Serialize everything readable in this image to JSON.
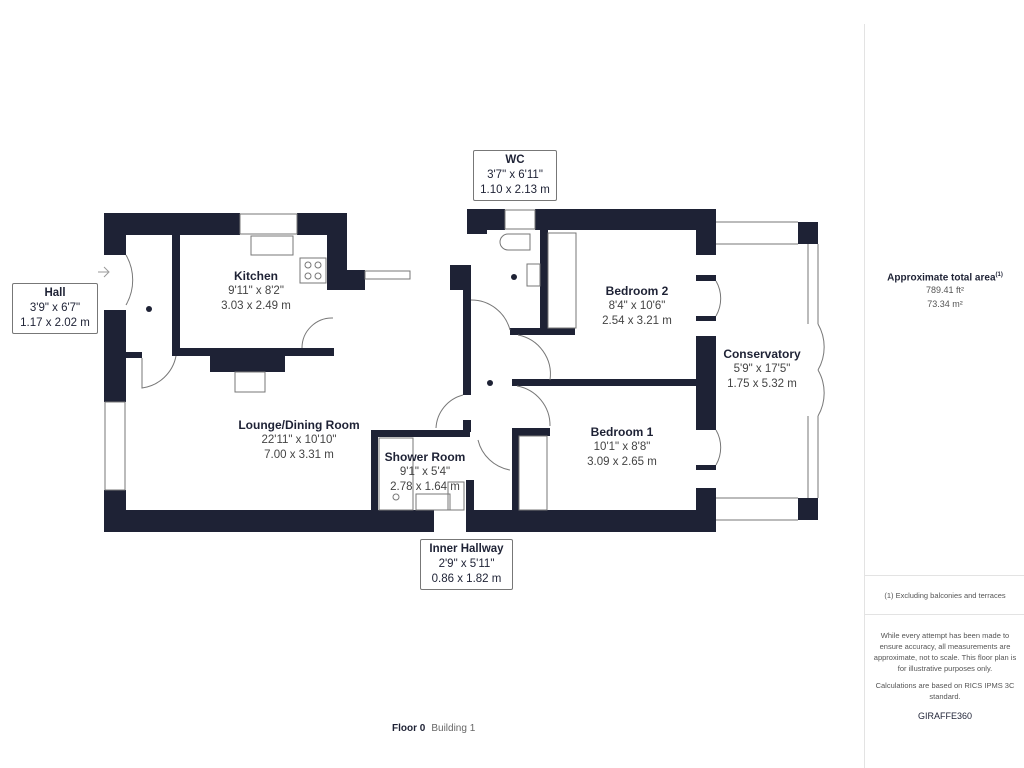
{
  "rooms": {
    "kitchen": {
      "name": "Kitchen",
      "imperial": "9'11\" x 8'2\"",
      "metric": "3.03 x 2.49 m"
    },
    "lounge": {
      "name": "Lounge/Dining Room",
      "imperial": "22'11\" x 10'10\"",
      "metric": "7.00 x 3.31 m"
    },
    "shower": {
      "name": "Shower Room",
      "imperial": "9'1\" x 5'4\"",
      "metric": "2.78 x 1.64 m"
    },
    "bedroom2": {
      "name": "Bedroom 2",
      "imperial": "8'4\" x 10'6\"",
      "metric": "2.54 x 3.21 m"
    },
    "bedroom1": {
      "name": "Bedroom 1",
      "imperial": "10'1\" x 8'8\"",
      "metric": "3.09 x 2.65 m"
    },
    "conservatory": {
      "name": "Conservatory",
      "imperial": "5'9\" x 17'5\"",
      "metric": "1.75 x 5.32 m"
    },
    "hall": {
      "name": "Hall",
      "imperial": "3'9\" x 6'7\"",
      "metric": "1.17 x 2.02 m"
    },
    "wc": {
      "name": "WC",
      "imperial": "3'7\" x 6'11\"",
      "metric": "1.10 x 2.13 m"
    },
    "inner_hallway": {
      "name": "Inner Hallway",
      "imperial": "2'9\" x 5'11\"",
      "metric": "0.86 x 1.82 m"
    }
  },
  "panel": {
    "area_title": "Approximate total area",
    "area_footnote_mark": "(1)",
    "area_ft": "789.41 ft²",
    "area_m": "73.34 m²",
    "footnote": "(1) Excluding balconies and terraces",
    "disclaimer": "While every attempt has been made to ensure accuracy, all measurements are approximate, not to scale. This floor plan is for illustrative purposes only.",
    "calc_note": "Calculations are based on RICS IPMS 3C standard.",
    "logo": "GIRAFFE360"
  },
  "footer": {
    "floor": "Floor 0",
    "building": "Building 1"
  },
  "colors": {
    "wall": "#1e2235"
  }
}
